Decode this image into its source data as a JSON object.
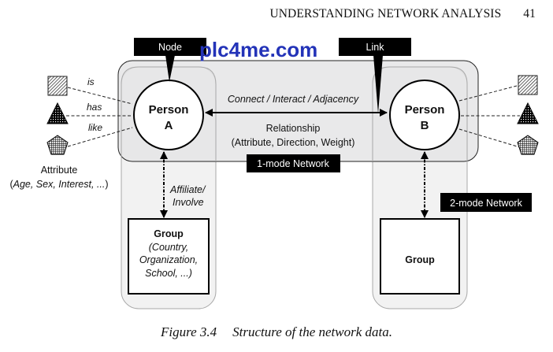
{
  "page_header": {
    "title": "UNDERSTANDING NETWORK ANALYSIS",
    "page_number": "41"
  },
  "watermark": "plc4me.com",
  "diagram": {
    "callouts": {
      "node": "Node",
      "link": "Link",
      "one_mode": "1-mode Network",
      "two_mode": "2-mode Network"
    },
    "person_a": {
      "line1": "Person",
      "line2": "A"
    },
    "person_b": {
      "line1": "Person",
      "line2": "B"
    },
    "attribute_relations": [
      "is",
      "has",
      "like"
    ],
    "attribute_icons": [
      "hatched-square-icon",
      "dotted-triangle-icon",
      "crosshatched-pentagon-icon"
    ],
    "attribute_label": "Attribute",
    "attribute_examples": {
      "open": "(",
      "italic": "Age, Sex, Interest, ...",
      "close": ")"
    },
    "link_label": "Connect / Interact / Adjacency",
    "relationship": {
      "line1": "Relationship",
      "line2": "(Attribute, Direction, Weight)"
    },
    "affiliation": {
      "line1": "Affiliate/",
      "line2": "Involve"
    },
    "group_a": {
      "title": "Group",
      "line1": "(Country,",
      "line2": "Organization,",
      "line3": "School, ...)"
    },
    "group_b": {
      "title": "Group"
    }
  },
  "caption": {
    "number": "Figure 3.4",
    "text": "Structure of the network data."
  }
}
